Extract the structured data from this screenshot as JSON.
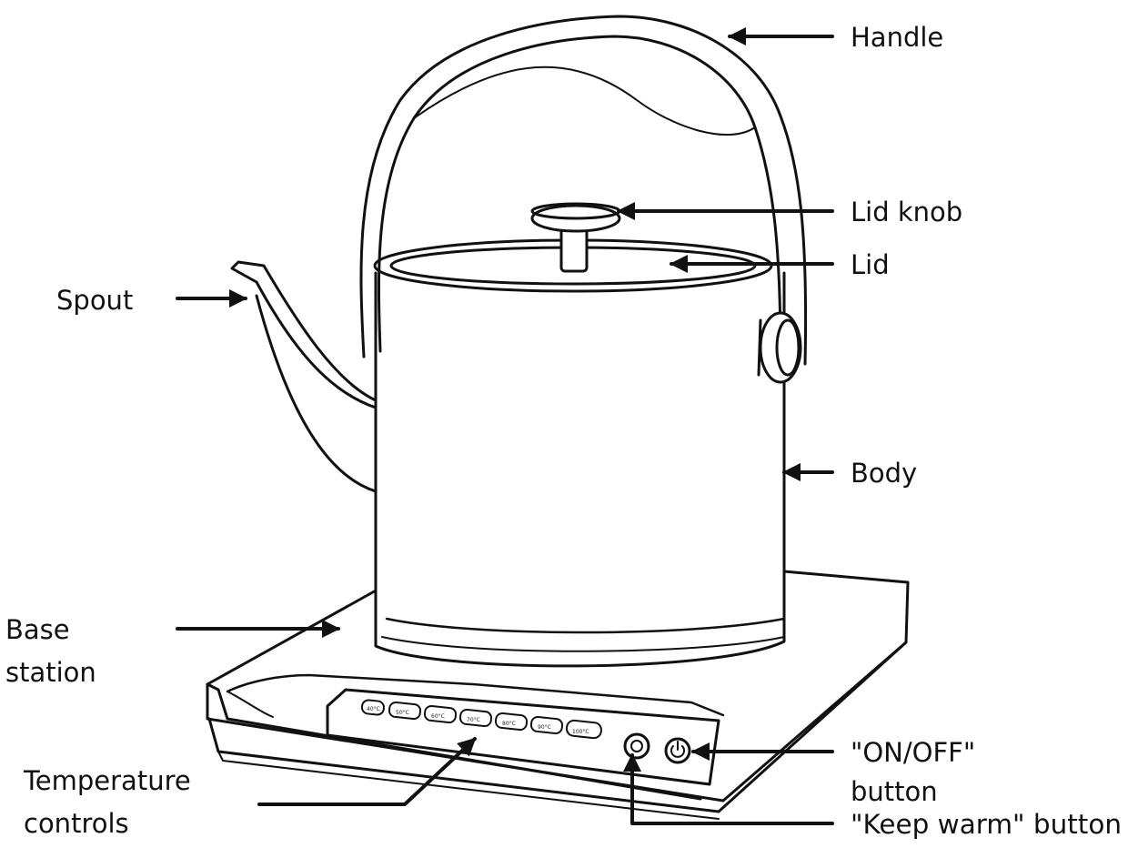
{
  "diagram": {
    "labels": {
      "handle": "Handle",
      "lid_knob": "Lid knob",
      "lid": "Lid",
      "spout": "Spout",
      "body": "Body",
      "base_station_line1": "Base",
      "base_station_line2": "station",
      "temperature_controls_line1": "Temperature",
      "temperature_controls_line2": "controls",
      "on_off_line1": "\"ON/OFF\"",
      "on_off_line2": "button",
      "keep_warm": "\"Keep warm\" button"
    },
    "temperature_presets": [
      "40°C",
      "50°C",
      "60°C",
      "70°C",
      "80°C",
      "90°C",
      "100°C"
    ],
    "colors": {
      "ink": "#111111",
      "background": "#ffffff"
    }
  }
}
